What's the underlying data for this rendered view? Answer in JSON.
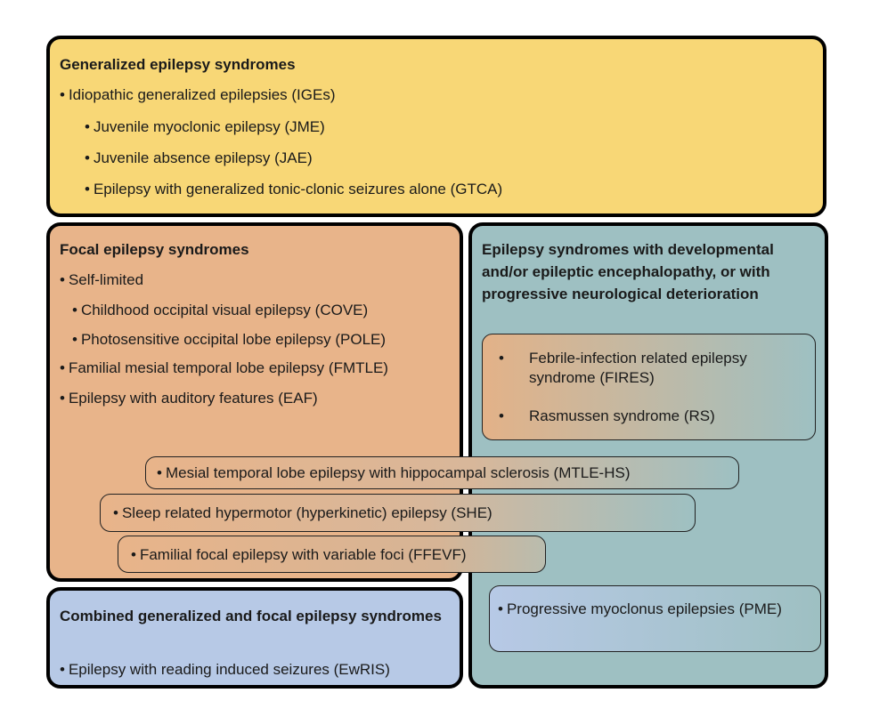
{
  "generalized": {
    "title": "Generalized epilepsy syndromes",
    "items": [
      "Idiopathic generalized epilepsies (IGEs)",
      "Juvenile myoclonic epilepsy (JME)",
      "Juvenile absence epilepsy (JAE)",
      "Epilepsy with generalized tonic-clonic seizures alone (GTCA)"
    ],
    "color": "#f8d776"
  },
  "focal": {
    "title": "Focal epilepsy syndromes",
    "items": [
      "Self-limited",
      "Childhood occipital visual epilepsy (COVE)",
      "Photosensitive occipital lobe epilepsy (POLE)",
      "Familial mesial temporal lobe epilepsy (FMTLE)",
      "Epilepsy with auditory features (EAF)"
    ],
    "color": "#e8b48a"
  },
  "dee": {
    "title": "Epilepsy syndromes with developmental and/or epileptic encephalopathy, or with progressive neurological deterioration",
    "inner_items": [
      "Febrile-infection related epilepsy syndrome (FIRES)",
      "Rasmussen syndrome (RS)"
    ],
    "pme": "Progressive myoclonus epilepsies (PME)",
    "color": "#9ec0c2"
  },
  "combined": {
    "title": "Combined generalized and focal epilepsy syndromes",
    "items": [
      "Epilepsy with reading induced seizures (EwRIS)"
    ],
    "color": "#b7c9e6"
  },
  "overlap": {
    "items": [
      "Mesial temporal lobe epilepsy with hippocampal sclerosis (MTLE-HS)",
      "Sleep related hypermotor (hyperkinetic) epilepsy (SHE)",
      "Familial focal epilepsy with variable foci (FFEVF)"
    ]
  },
  "bullet": "•"
}
